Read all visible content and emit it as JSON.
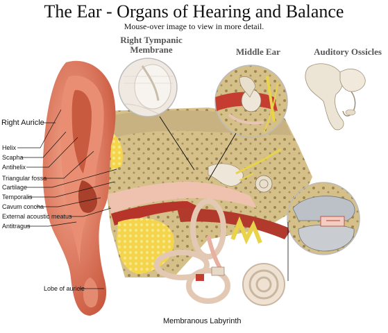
{
  "page": {
    "title": "The Ear - Organs of Hearing and Balance",
    "subtitle": "Mouse-over image to view in more detail."
  },
  "sections": {
    "tympanic_line1": "Right Tympanic",
    "tympanic_line2": "Membrane",
    "middle_ear": "Middle Ear",
    "ossicles": "Auditory Ossicles",
    "labyrinth": "Membranous Labyrinth"
  },
  "labels": {
    "right_auricle": "Right Auricle",
    "parts": [
      "Helix",
      "Scapha",
      "Antihelix",
      "Triangular fossa",
      "Cartilage",
      "Temporalis",
      "Cavum concha",
      "External acoustic meatus",
      "Antitragus"
    ],
    "lobe": "Lobe of auricle"
  },
  "colors": {
    "skin": "#e9836a",
    "skin_dark": "#b8452f",
    "bone": "#d8c594",
    "fat": "#f2d24a",
    "muscle": "#9c2b22",
    "membrane": "#e8e2dc"
  }
}
